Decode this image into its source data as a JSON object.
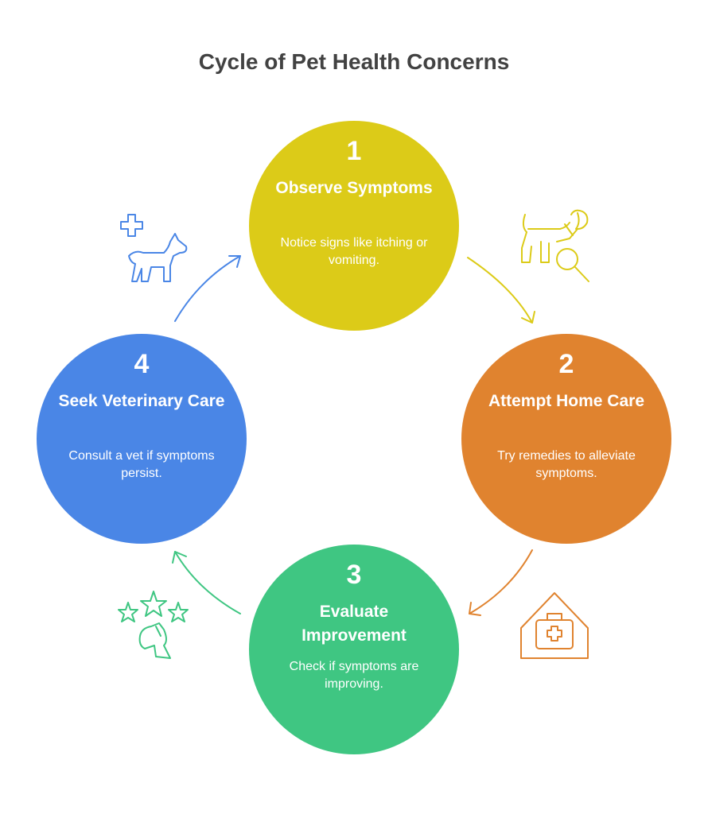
{
  "title": "Cycle of Pet Health Concerns",
  "steps": [
    {
      "number": "1",
      "heading": "Observe Symptoms",
      "description": "Notice signs like itching or vomiting.",
      "color": "#dccb18",
      "icon": "dog-magnifier-icon"
    },
    {
      "number": "2",
      "heading": "Attempt Home Care",
      "description": "Try remedies to alleviate symptoms.",
      "color": "#e0832f",
      "icon": "house-medical-kit-icon"
    },
    {
      "number": "3",
      "heading": "Evaluate Improvement",
      "description": "Check if symptoms are improving.",
      "color": "#3fc682",
      "icon": "dog-stars-icon"
    },
    {
      "number": "4",
      "heading": "Seek Veterinary Care",
      "description": "Consult a vet if symptoms persist.",
      "color": "#4a86e6",
      "icon": "dog-medical-cross-icon"
    }
  ]
}
